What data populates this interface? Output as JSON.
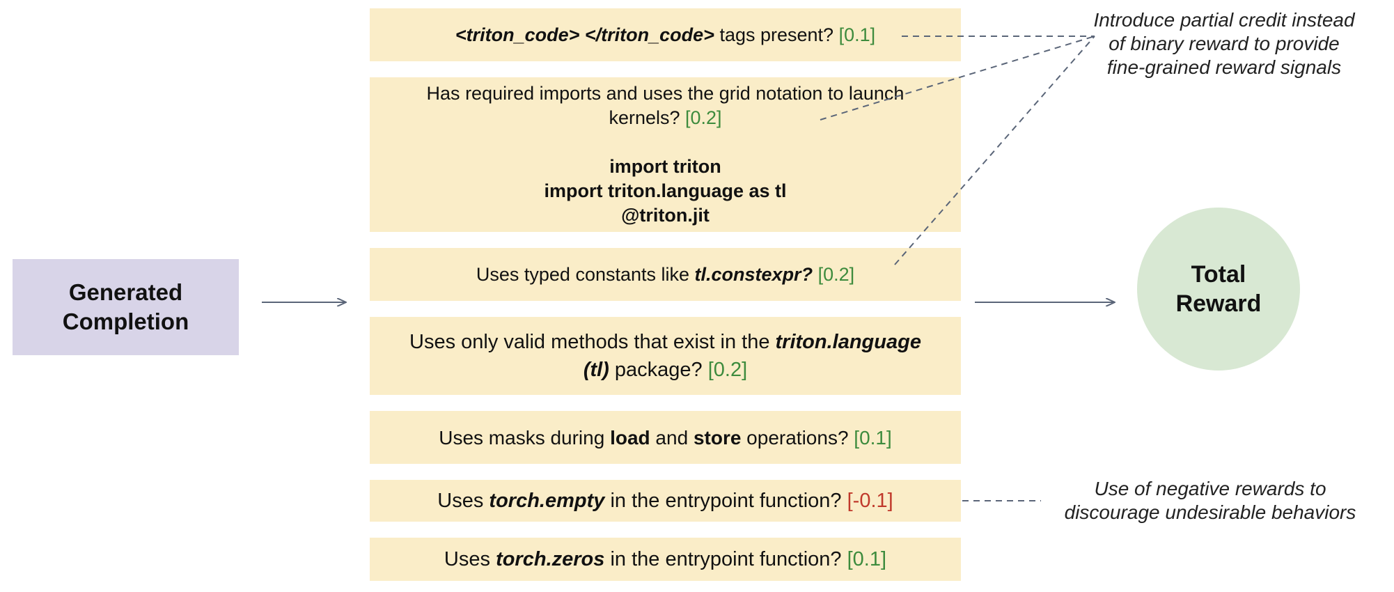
{
  "input": {
    "line1": "Generated",
    "line2": "Completion"
  },
  "output": {
    "line1": "Total",
    "line2": "Reward"
  },
  "criteria": [
    {
      "tag_text": "<triton_code> </triton_code>",
      "text": " tags present? ",
      "score": "[0.1]"
    },
    {
      "line1": "Has required imports and uses the grid notation to launch",
      "line2": "kernels? ",
      "score": "[0.2]",
      "code": [
        "import triton",
        "import triton.language as tl",
        "@triton.jit"
      ]
    },
    {
      "pre": "Uses typed constants like ",
      "em": "tl.constexpr?",
      "post": " ",
      "score": "[0.2]"
    },
    {
      "pre": "Uses only valid methods that exist in the ",
      "em": "triton.language",
      "em2": "(tl)",
      "post": " package? ",
      "score": "[0.2]"
    },
    {
      "pre": "Uses masks during ",
      "b1": "load",
      "mid": " and ",
      "b2": "store",
      "post": " operations? ",
      "score": "[0.1]"
    },
    {
      "pre": "Uses ",
      "em": "torch.empty",
      "post": " in the entrypoint function? ",
      "score": "[-0.1]"
    },
    {
      "pre": "Uses ",
      "em": "torch.zeros",
      "post": " in the entrypoint function? ",
      "score": "[0.1]"
    }
  ],
  "notes": {
    "partial": [
      "Introduce partial credit instead",
      "of binary reward to provide",
      "fine-grained reward signals"
    ],
    "negative": [
      "Use of negative rewards to",
      "discourage undesirable behaviors"
    ]
  },
  "colors": {
    "criteria_bg": "#faedc8",
    "input_bg": "#d8d4e8",
    "output_bg": "#d8e8d3",
    "positive": "#3d8b3d",
    "negative": "#c0392b",
    "arrow": "#5a6578"
  }
}
